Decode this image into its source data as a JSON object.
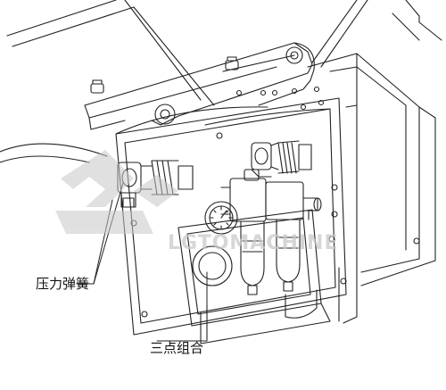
{
  "labels": {
    "pressure_spring": "压力弹簧",
    "frl_unit": "三点组合"
  },
  "watermark": {
    "text_en": "LGTOMACHINE",
    "color": "#c8c8c8"
  },
  "colors": {
    "line": "#222222",
    "background": "#ffffff"
  }
}
